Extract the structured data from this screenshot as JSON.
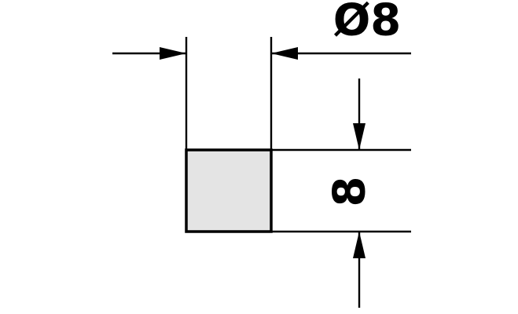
{
  "drawing": {
    "description": "technical-dimension-drawing",
    "labels": {
      "diameter": "Ø8",
      "height": "8"
    },
    "colors": {
      "line": "#000000",
      "part_fill": "#e4e4e4",
      "background": "#ffffff"
    }
  }
}
